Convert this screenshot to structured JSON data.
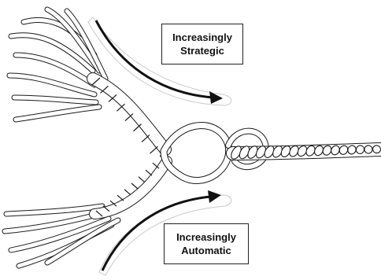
{
  "labels": {
    "strategic": {
      "line1": "Increasingly",
      "line2": "Strategic"
    },
    "automatic": {
      "line1": "Increasingly",
      "line2": "Automatic"
    }
  },
  "colors": {
    "ink": "#1a1a1a",
    "rope_fill": "#ffffff",
    "background": "#ffffff"
  },
  "icons": {
    "arrows": [
      "curved-arrow-icon",
      "curved-arrow-icon"
    ]
  }
}
